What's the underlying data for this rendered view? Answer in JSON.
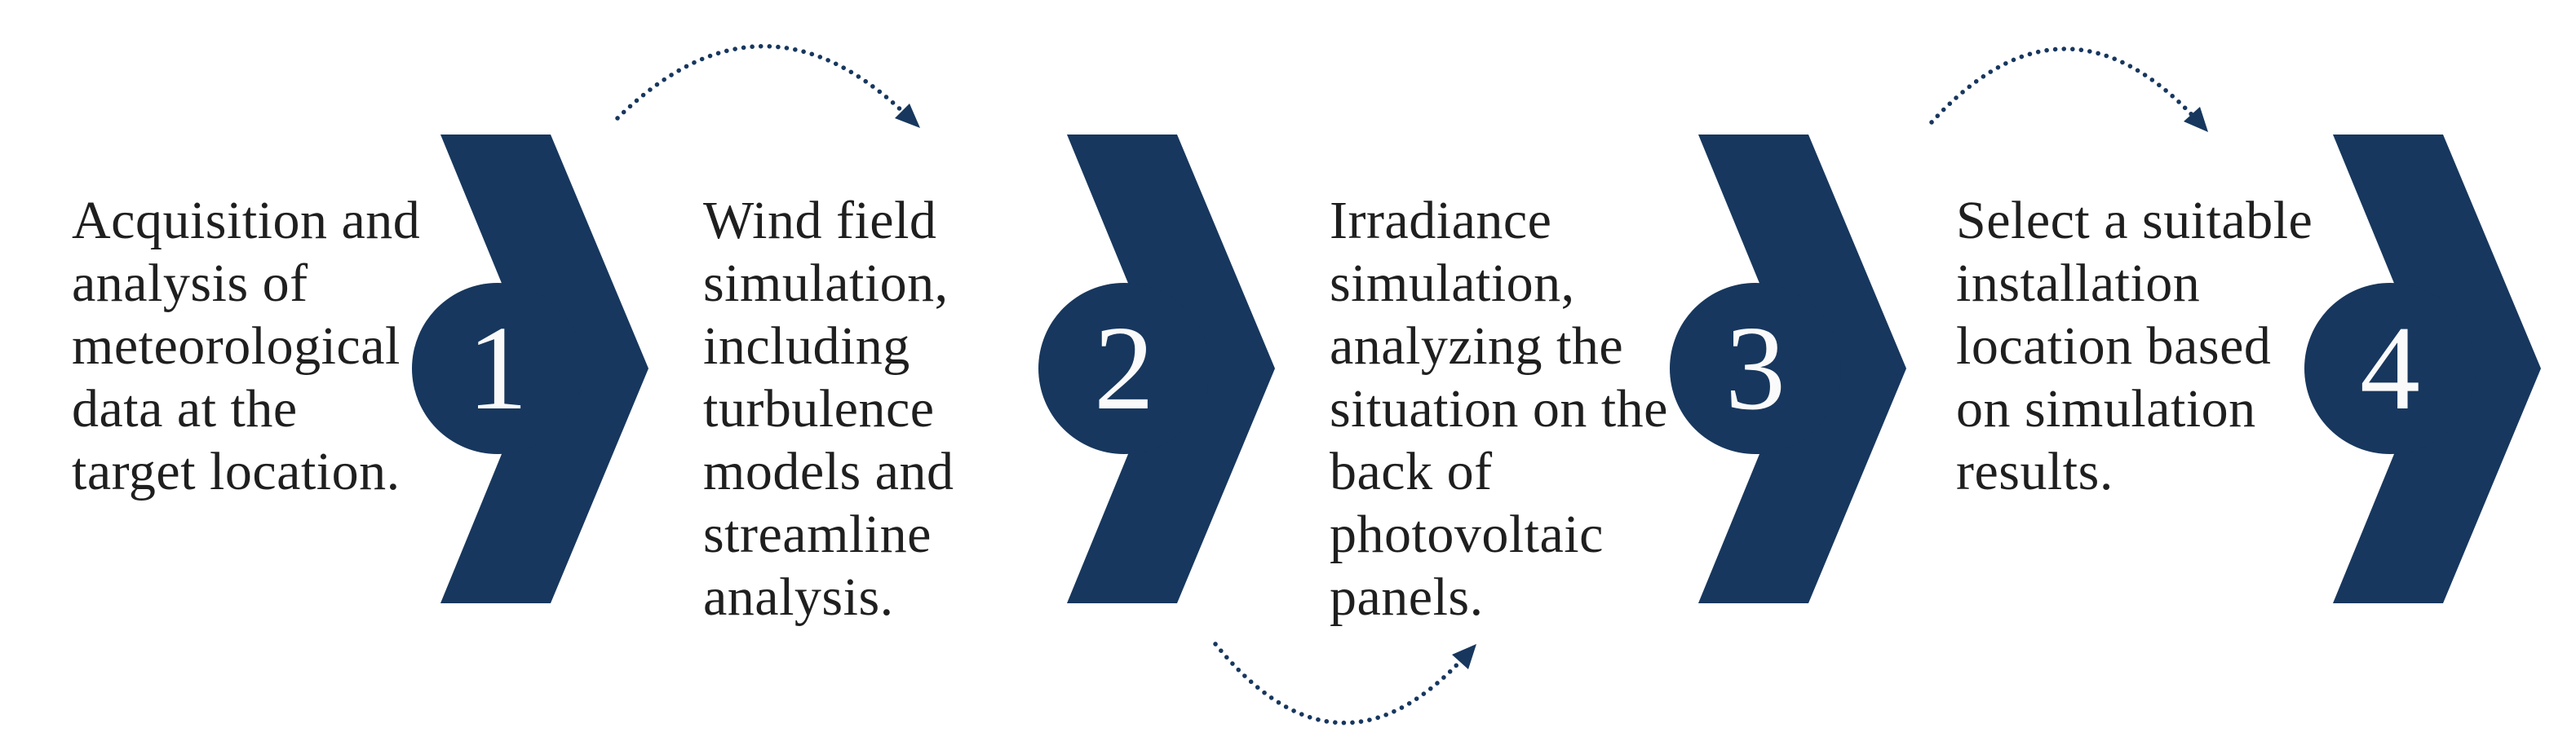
{
  "diagram": {
    "type": "process-flow",
    "title": "",
    "background_color": "#ffffff",
    "accent_navy": "#17375e",
    "text_color": "#1f1f1f",
    "number_color": "#fafafa",
    "steps": [
      {
        "number": "1",
        "description": "Acquisition and analysis of meteorological data at the target location.",
        "lines": [
          "Acquisition and",
          "analysis of",
          "meteorological",
          "data at the",
          "target location."
        ]
      },
      {
        "number": "2",
        "description": "Wind field simulation, including turbulence models and streamline analysis.",
        "lines": [
          "Wind field",
          "simulation,",
          "including",
          "turbulence",
          "models and",
          "streamline",
          "analysis."
        ]
      },
      {
        "number": "3",
        "description": "Irradiance simulation, analyzing the situation on the back of photovoltaic panels.",
        "lines": [
          "Irradiance",
          "simulation,",
          "analyzing the",
          "situation on the",
          "back of",
          "photovoltaic",
          "panels."
        ]
      },
      {
        "number": "4",
        "description": "Select a suitable installation location based on simulation results.",
        "lines": [
          "Select a suitable",
          "installation",
          "location based",
          "on simulation",
          "results."
        ]
      }
    ],
    "connectors": [
      {
        "name": "arc-step1-to-step2",
        "position": "above",
        "style": "dotted-arc-with-arrowhead"
      },
      {
        "name": "arc-step2-to-step3",
        "position": "below",
        "style": "dotted-arc-with-arrowhead"
      },
      {
        "name": "arc-step3-to-step4",
        "position": "above",
        "style": "dotted-arc-with-arrowhead"
      }
    ]
  }
}
